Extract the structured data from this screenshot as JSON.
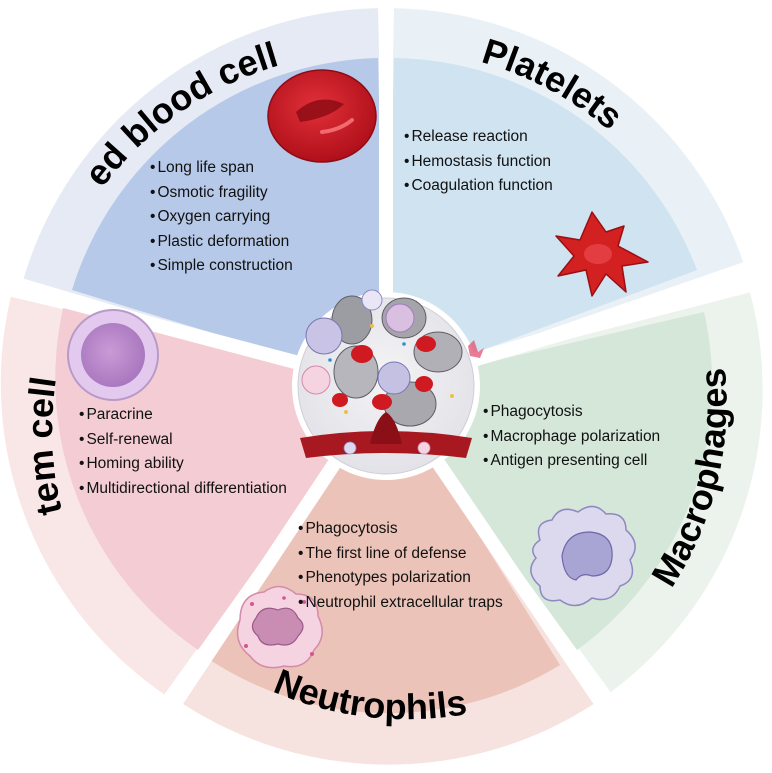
{
  "sectors": {
    "red_blood_cells": {
      "title": "Red blood cells",
      "items": [
        "Long life span",
        "Osmotic fragility",
        "Oxygen carrying",
        "Plastic deformation",
        "Simple construction"
      ]
    },
    "platelets": {
      "title": "Platelets",
      "items": [
        "Release reaction",
        "Hemostasis function",
        "Coagulation function"
      ]
    },
    "macrophages": {
      "title": "Macrophages",
      "items": [
        "Phagocytosis",
        "Macrophage polarization",
        "Antigen presenting cell"
      ]
    },
    "neutrophils": {
      "title": "Neutrophils",
      "items": [
        "Phagocytosis",
        "The first line of defense",
        "Phenotypes polarization",
        "Neutrophil extracellular traps"
      ]
    },
    "stem_cells": {
      "title": "Stem cells",
      "items": [
        "Paracrine",
        "Self-renewal",
        "Homing ability",
        "Multidirectional differentiation"
      ]
    }
  },
  "colors": {
    "red_blood_cells_outer": "#e6eaf5",
    "red_blood_cells_inner": "#b7c9e8",
    "platelets_outer": "#e9f1f7",
    "platelets_inner": "#cfe3f0",
    "macrophages_outer": "#ebf3ec",
    "macrophages_inner": "#d4e7d9",
    "neutrophils_outer": "#f6e2de",
    "neutrophils_inner": "#ecc3b8",
    "stem_cells_outer": "#f9e7e8",
    "stem_cells_inner": "#f3cdd3",
    "blood_red": "#c8141c"
  }
}
